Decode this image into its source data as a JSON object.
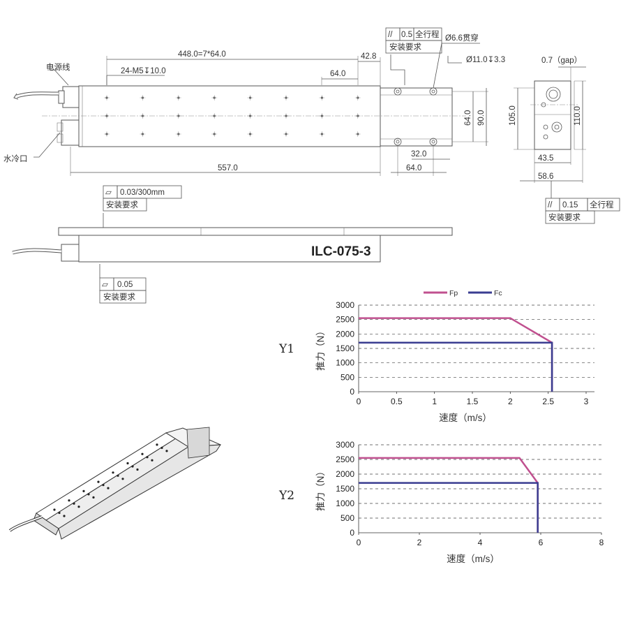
{
  "drawing": {
    "labels": {
      "power_line": "电源线",
      "water_cooling": "水冷口",
      "model": "ILC-075-3"
    },
    "dims": {
      "pitch_total": "448.0=7*64.0",
      "holes": "24-M5↧10.0",
      "d64_top": "64.0",
      "d42_8": "42.8",
      "d557": "557.0",
      "d32": "32.0",
      "d64_bottom": "64.0",
      "h64": "64.0",
      "h90": "90.0",
      "through_hole": "Ø6.6贯穿",
      "counterbore": "Ø11.0↧3.3",
      "gap": "0.7（gap）",
      "h105": "105.0",
      "h110": "110.0",
      "w43_5": "43.5",
      "w58_6": "58.6"
    },
    "tolerances": {
      "top_parallel": {
        "symbol": "//",
        "value": "0.5",
        "scope": "全行程",
        "note": "安装要求"
      },
      "side_parallel": {
        "symbol": "//",
        "value": "0.15",
        "scope": "全行程",
        "note": "安装要求"
      },
      "flatness_rail": {
        "symbol": "▱",
        "value": "0.03/300mm",
        "note": "安装要求"
      },
      "flatness_base": {
        "symbol": "▱",
        "value": "0.05",
        "note": "安装要求"
      }
    }
  },
  "chart_data": [
    {
      "type": "line",
      "side_label": "Y1",
      "xlabel": "速度（m/s）",
      "ylabel": "推力（N）",
      "xlim": [
        0,
        3
      ],
      "ylim": [
        0,
        3000
      ],
      "xticks": [
        "0",
        "0.5",
        "1",
        "1.5",
        "2",
        "2.5",
        "3"
      ],
      "yticks": [
        "0",
        "500",
        "1000",
        "1500",
        "2000",
        "2500",
        "3000"
      ],
      "grid": true,
      "legend": "top",
      "series": [
        {
          "name": "Fp",
          "color": "#c0508f",
          "x": [
            0,
            2,
            2.55,
            2.55
          ],
          "y": [
            2550,
            2550,
            1700,
            0
          ]
        },
        {
          "name": "Fc",
          "color": "#3a3d91",
          "x": [
            0,
            2.55,
            2.55
          ],
          "y": [
            1700,
            1700,
            0
          ]
        }
      ]
    },
    {
      "type": "line",
      "side_label": "Y2",
      "xlabel": "速度（m/s）",
      "ylabel": "推力（N）",
      "xlim": [
        0,
        8
      ],
      "ylim": [
        0,
        3000
      ],
      "xticks": [
        "0",
        "2",
        "4",
        "6",
        "8"
      ],
      "yticks": [
        "0",
        "500",
        "1000",
        "1500",
        "2000",
        "2500",
        "3000"
      ],
      "grid": true,
      "series": [
        {
          "name": "Fp",
          "color": "#c0508f",
          "x": [
            0,
            5.3,
            5.9,
            5.9
          ],
          "y": [
            2550,
            2550,
            1700,
            0
          ]
        },
        {
          "name": "Fc",
          "color": "#3a3d91",
          "x": [
            0,
            5.9,
            5.9
          ],
          "y": [
            1700,
            1700,
            0
          ]
        }
      ]
    }
  ]
}
